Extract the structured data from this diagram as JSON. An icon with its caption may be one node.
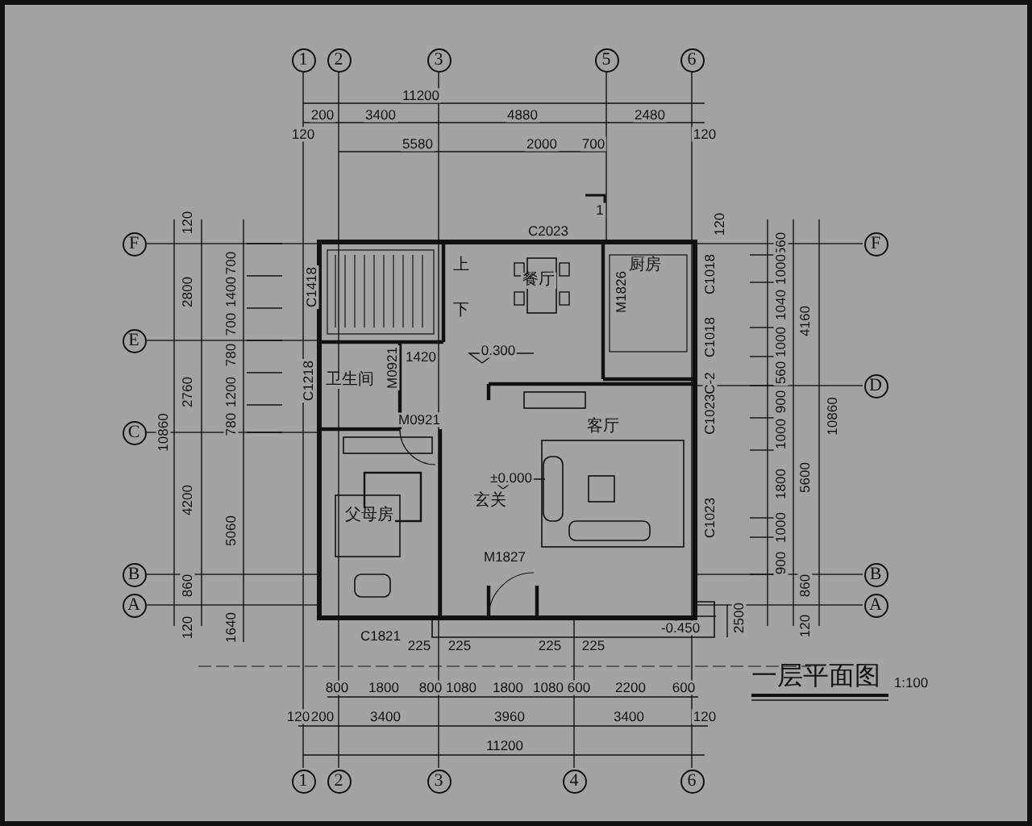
{
  "diagram": {
    "title": "一层平面图",
    "nodes": [
      {
        "text": [
          "1"
        ]
      },
      {
        "text": [
          "2"
        ]
      },
      {
        "text": [
          "3"
        ]
      },
      {
        "text": [
          "5"
        ]
      },
      {
        "text": [
          "6"
        ]
      },
      {
        "text": [
          "F"
        ]
      },
      {
        "text": [
          "E"
        ]
      },
      {
        "text": [
          "C"
        ]
      },
      {
        "text": [
          "B"
        ]
      },
      {
        "text": [
          "A"
        ]
      },
      {
        "text": [
          "F"
        ]
      },
      {
        "text": [
          "D"
        ]
      },
      {
        "text": [
          "B"
        ]
      },
      {
        "text": [
          "A"
        ]
      },
      {
        "text": [
          "1"
        ]
      },
      {
        "text": [
          "2"
        ]
      },
      {
        "text": [
          "3"
        ]
      },
      {
        "text": [
          "4"
        ]
      },
      {
        "text": [
          "6"
        ]
      }
    ],
    "labels": [
      "11200",
      "200",
      "3400",
      "4880",
      "2480",
      "120",
      "120",
      "5580",
      "2000",
      "700",
      "1",
      "C2023",
      "120",
      "2800",
      "700",
      "1400",
      "700",
      "2760",
      "780",
      "1200",
      "780",
      "10860",
      "4200",
      "5060",
      "860",
      "120",
      "1640",
      "C1418",
      "C1218",
      "上",
      "餐厅",
      "M1826",
      "厨房",
      "下",
      "1420",
      "M0921",
      "卫生间",
      "0.300",
      "M0921",
      "客厅",
      "±0.000",
      "玄关",
      "父母房",
      "M1827",
      "C1018",
      "C1018",
      "C1023C-2",
      "C1023",
      "120",
      "560",
      "1000",
      "1040",
      "1000",
      "560",
      "900",
      "1000",
      "1800",
      "1000",
      "900",
      "4160",
      "5600",
      "10860",
      "860",
      "120",
      "-0.450",
      "2500",
      "C1821",
      "225",
      "225",
      "225",
      "225",
      "800",
      "1800",
      "800",
      "1080",
      "1800",
      "1080",
      "600",
      "2200",
      "600",
      "120",
      "200",
      "3400",
      "3960",
      "3400",
      "120",
      "11200",
      "1:100"
    ]
  }
}
